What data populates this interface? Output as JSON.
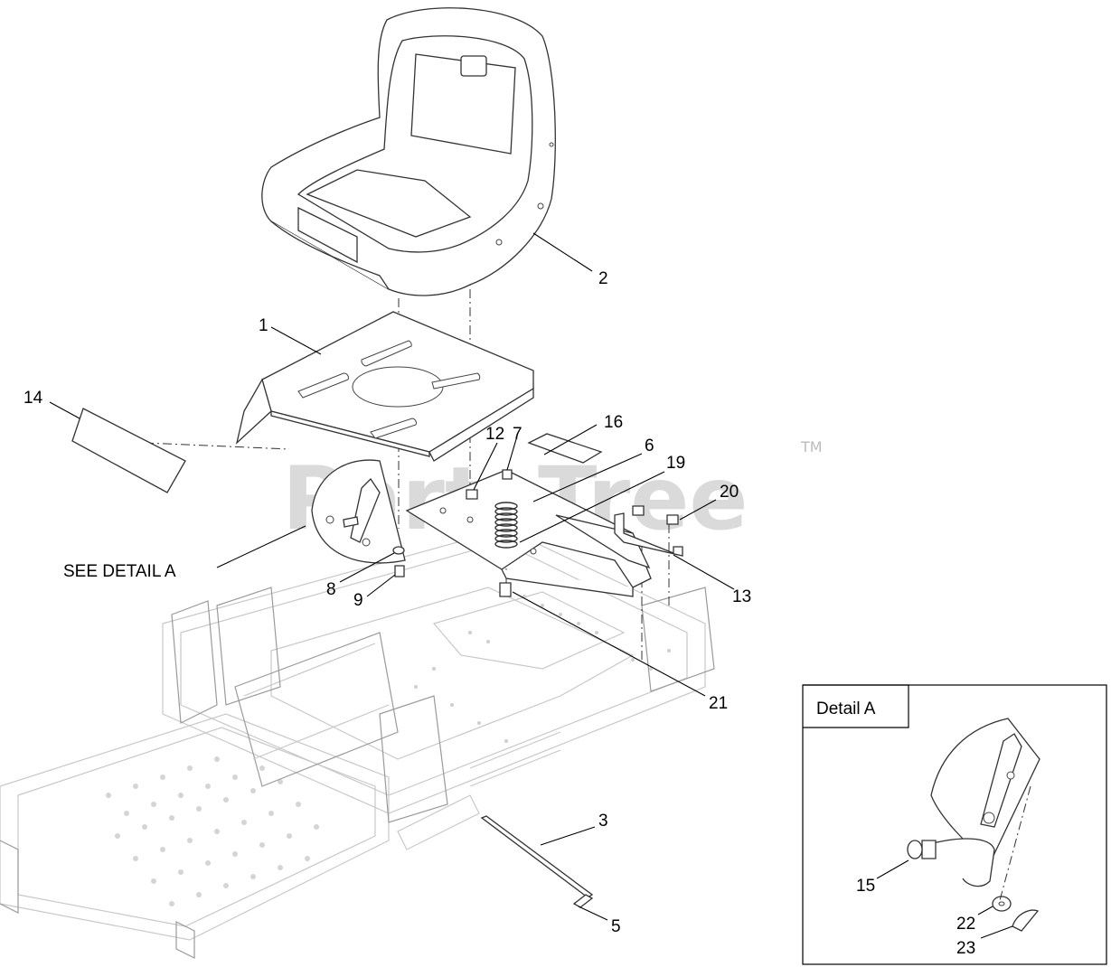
{
  "watermark": {
    "text": "PartsTree",
    "trademark": "TM"
  },
  "detail_box": {
    "title": "Detail A"
  },
  "callouts": {
    "c1": "1",
    "c2": "2",
    "c3": "3",
    "c5": "5",
    "c6": "6",
    "c7": "7",
    "c8": "8",
    "c9": "9",
    "c12": "12",
    "c13": "13",
    "c14": "14",
    "c15": "15",
    "c16": "16",
    "c19": "19",
    "c20": "20",
    "c21": "21",
    "c22": "22",
    "c23": "23"
  },
  "see_detail": "SEE DETAIL  A"
}
